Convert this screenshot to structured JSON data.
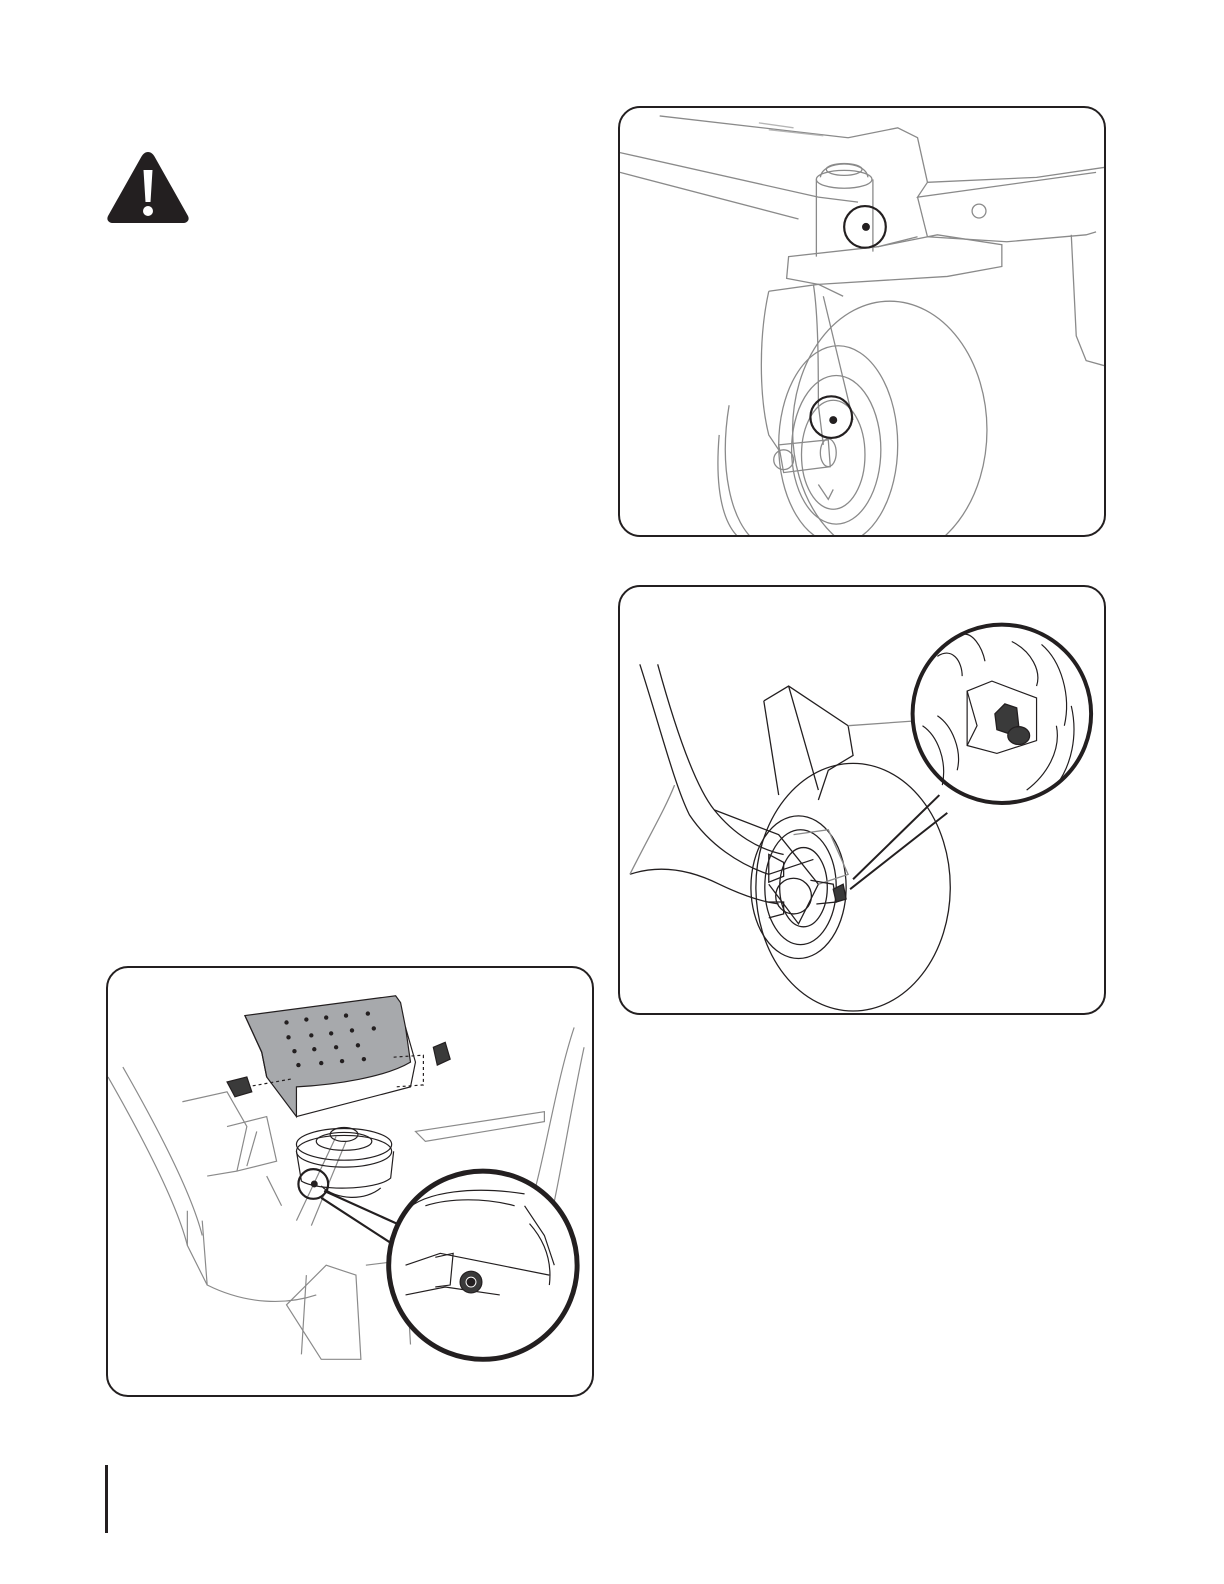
{
  "page": {
    "warning_symbol": "warning-triangle-icon",
    "figures": [
      {
        "id": "fig-fork",
        "subject": "caster-fork-grease-fittings"
      },
      {
        "id": "fig-wheel",
        "subject": "front-wheel-grease-fitting"
      },
      {
        "id": "fig-deck",
        "subject": "deck-spindle-grease-fitting"
      }
    ]
  },
  "colors": {
    "ink": "#231f20",
    "line": "#8a8a8a",
    "light_line": "#b5b5b5",
    "shield": "#a7a9ac",
    "dark_part": "#3a3a3a"
  }
}
